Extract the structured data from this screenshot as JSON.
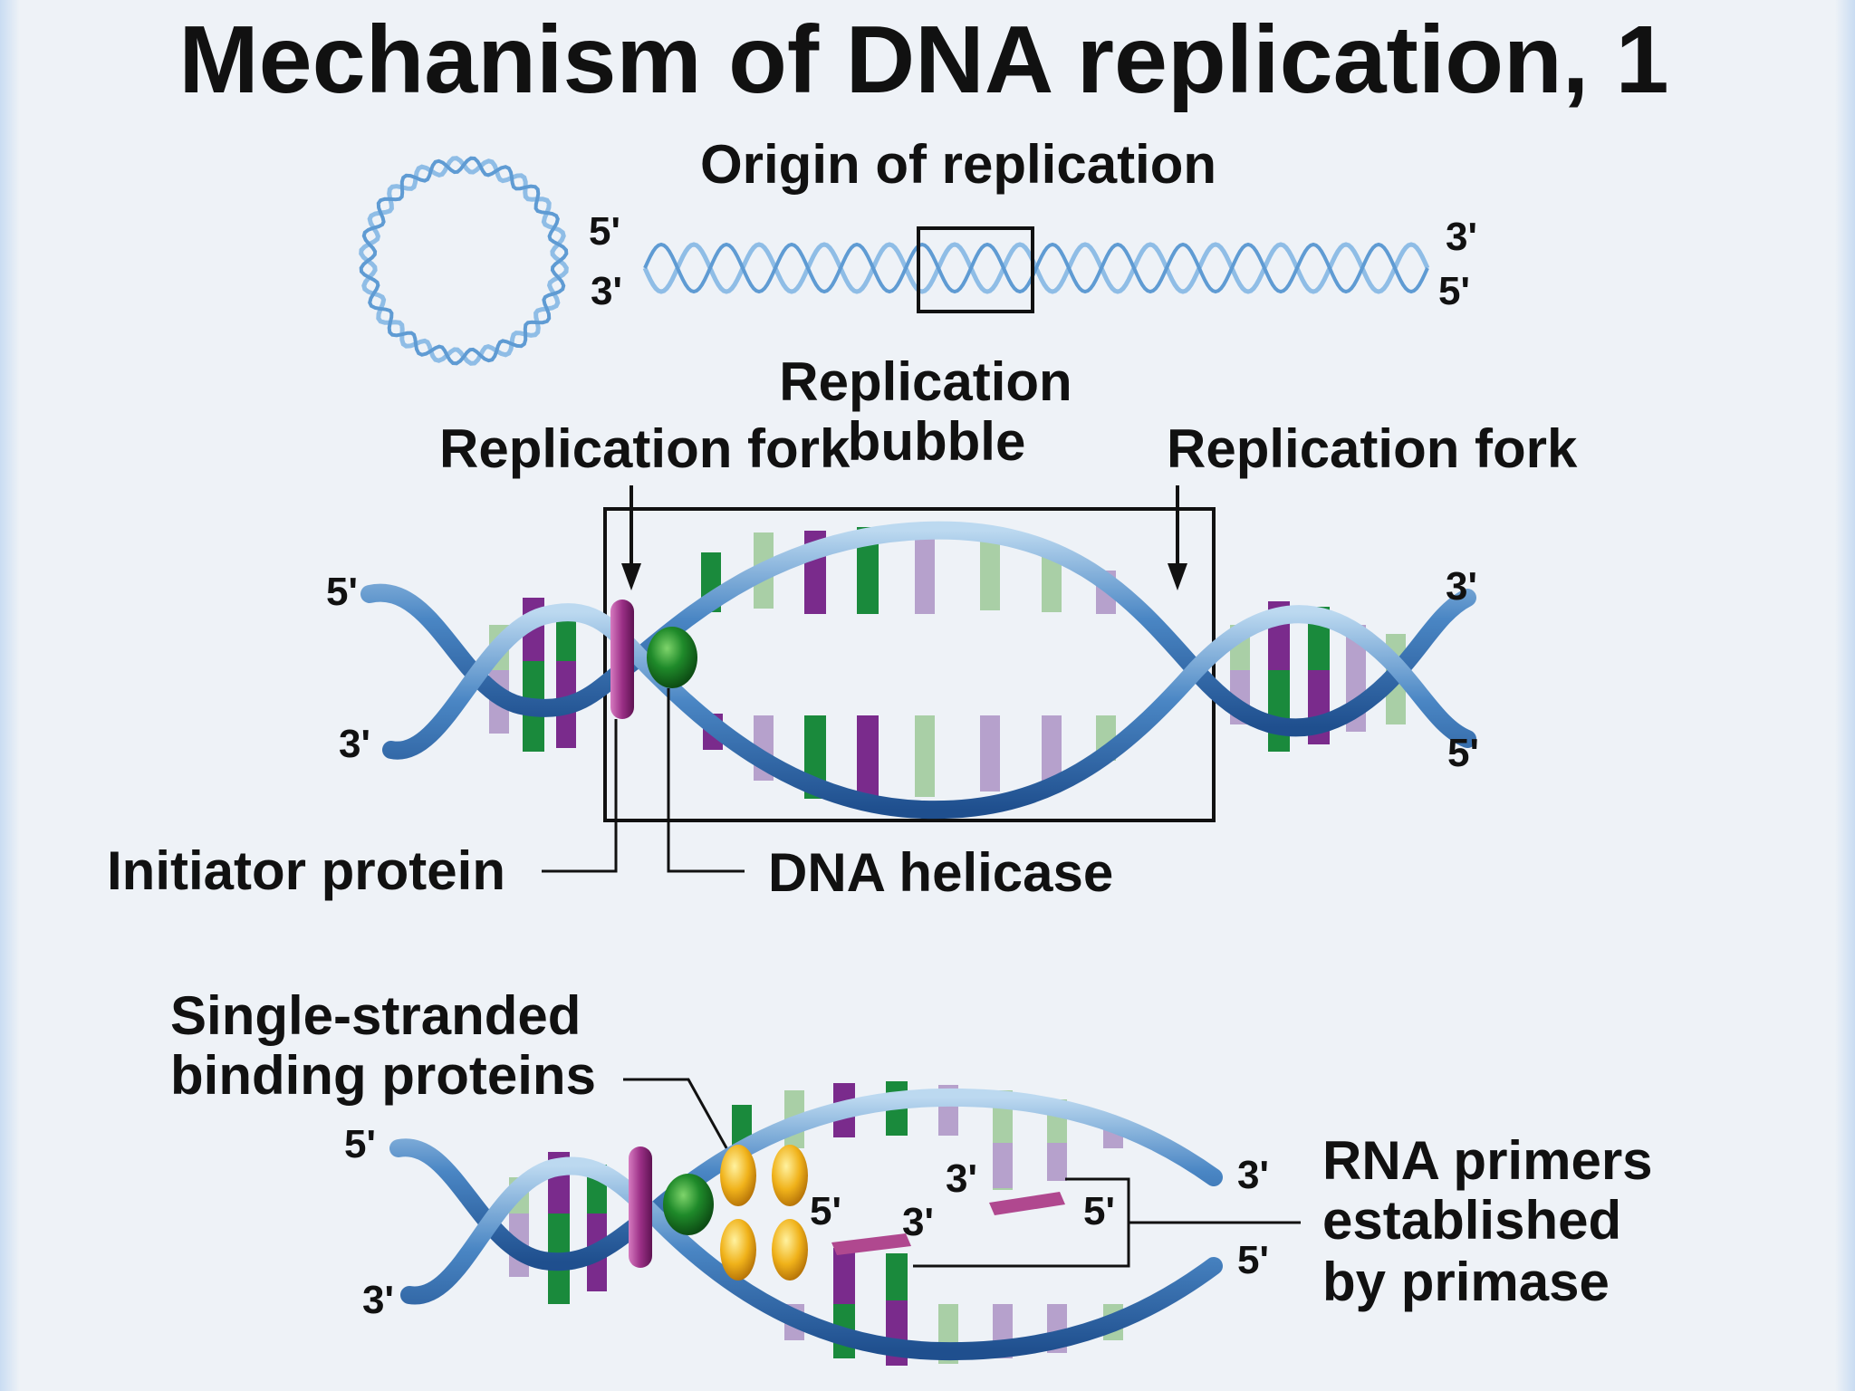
{
  "title": "Mechanism of DNA replication, 1",
  "labels": {
    "origin": "Origin of replication",
    "fork_left": "Replication fork",
    "bubble_line1": "Replication",
    "bubble_line2": "bubble",
    "fork_right": "Replication fork",
    "initiator": "Initiator protein",
    "helicase": "DNA helicase",
    "ssb_line1": "Single-stranded",
    "ssb_line2": "binding proteins",
    "primers_line1": "RNA primers",
    "primers_line2": "established",
    "primers_line3": "by primase"
  },
  "ends": {
    "top": {
      "left_top": "5'",
      "left_bottom": "3'",
      "right_top": "3'",
      "right_bottom": "5'"
    },
    "middle": {
      "left_top": "5'",
      "left_bottom": "3'",
      "right_top": "3'",
      "right_bottom": "5'"
    },
    "bottom": {
      "left_top": "5'",
      "left_bottom": "3'",
      "right_top": "3'",
      "right_bottom": "5'",
      "ssb_5": "5'",
      "inner_3a": "3'",
      "inner_3b": "3'",
      "primer_5": "5'"
    }
  },
  "colors": {
    "strand": "#3f7fbf",
    "strand_light": "#a9cdea",
    "helicase": "#1f8a2a",
    "initiator": "#9b2f86",
    "ssb": "#f0b21a",
    "primer": "#b0488f",
    "rung_green": "#1a8a3c",
    "rung_purple": "#7a2b8c"
  }
}
